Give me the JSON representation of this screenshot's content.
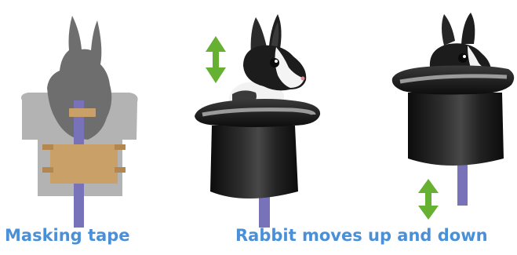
{
  "captions": {
    "left": "Masking tape",
    "right": "Rabbit moves up and down"
  },
  "colors": {
    "caption": "#4a90d9",
    "stick": "#7873b8",
    "tape": "#c9a067",
    "tape_dark": "#b48650",
    "card": "#b3b3b3",
    "silhouette": "#6e6e6e",
    "hat": "#1a1a1a",
    "hat_band": "#9a9a9a",
    "arrow": "#66b032"
  },
  "panels": [
    {
      "name": "masking-tape-setup"
    },
    {
      "name": "rabbit-up-in-hat"
    },
    {
      "name": "rabbit-down-in-hat"
    }
  ],
  "icons": [
    "double-headed-arrow-icon",
    "rabbit-icon",
    "top-hat-icon"
  ]
}
